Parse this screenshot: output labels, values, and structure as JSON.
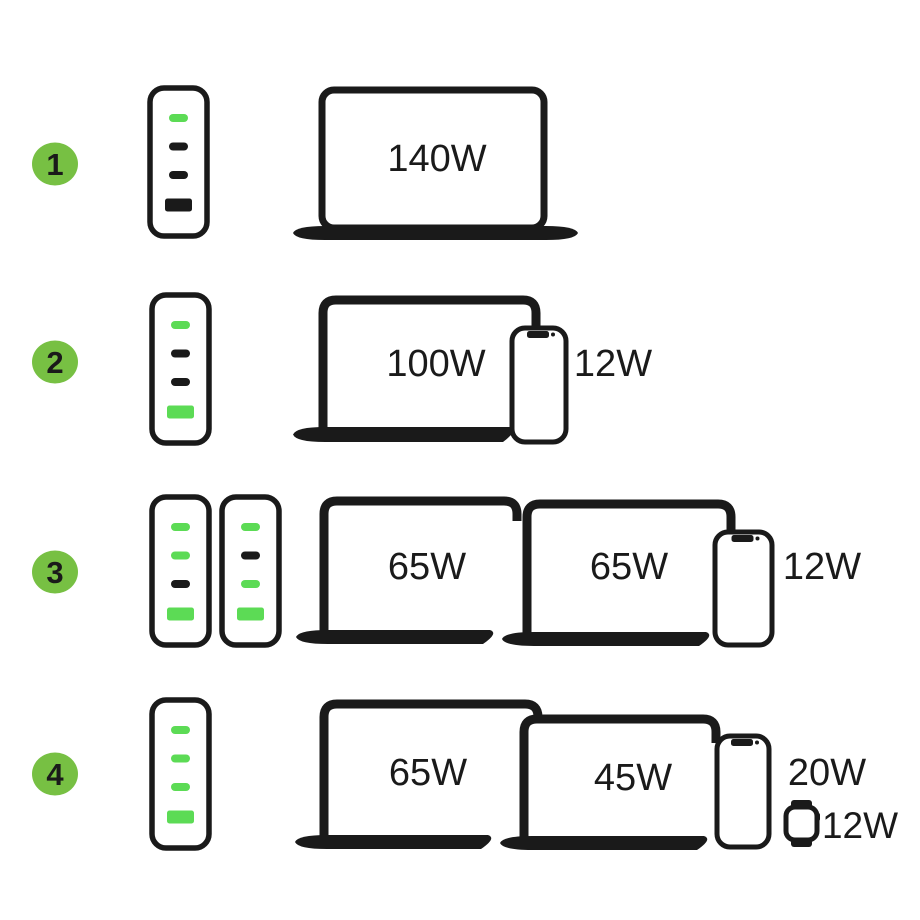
{
  "diagram_title": "charger-power-distribution",
  "colors": {
    "ink": "#1a1a1a",
    "badge_green": "#77c043",
    "port_green": "#5cdb55",
    "background": "#ffffff"
  },
  "rows": [
    {
      "badge": "1",
      "chargers": [
        {
          "ports": [
            "green",
            "black",
            "black"
          ],
          "wide_port": "black"
        }
      ],
      "devices": [
        {
          "type": "laptop",
          "label": "140W"
        }
      ]
    },
    {
      "badge": "2",
      "chargers": [
        {
          "ports": [
            "green",
            "black",
            "black"
          ],
          "wide_port": "green"
        }
      ],
      "devices": [
        {
          "type": "laptop",
          "label": "100W"
        },
        {
          "type": "phone",
          "label": "12W"
        }
      ]
    },
    {
      "badge": "3",
      "chargers": [
        {
          "ports": [
            "green",
            "green",
            "black"
          ],
          "wide_port": "green"
        },
        {
          "ports": [
            "green",
            "black",
            "green"
          ],
          "wide_port": "green"
        }
      ],
      "devices": [
        {
          "type": "laptop",
          "label": "65W"
        },
        {
          "type": "laptop",
          "label": "65W"
        },
        {
          "type": "phone",
          "label": "12W"
        }
      ]
    },
    {
      "badge": "4",
      "chargers": [
        {
          "ports": [
            "green",
            "green",
            "green"
          ],
          "wide_port": "green"
        }
      ],
      "devices": [
        {
          "type": "laptop",
          "label": "65W"
        },
        {
          "type": "laptop",
          "label": "45W"
        },
        {
          "type": "phone",
          "label": "20W"
        },
        {
          "type": "watch",
          "label": "12W"
        }
      ]
    }
  ]
}
